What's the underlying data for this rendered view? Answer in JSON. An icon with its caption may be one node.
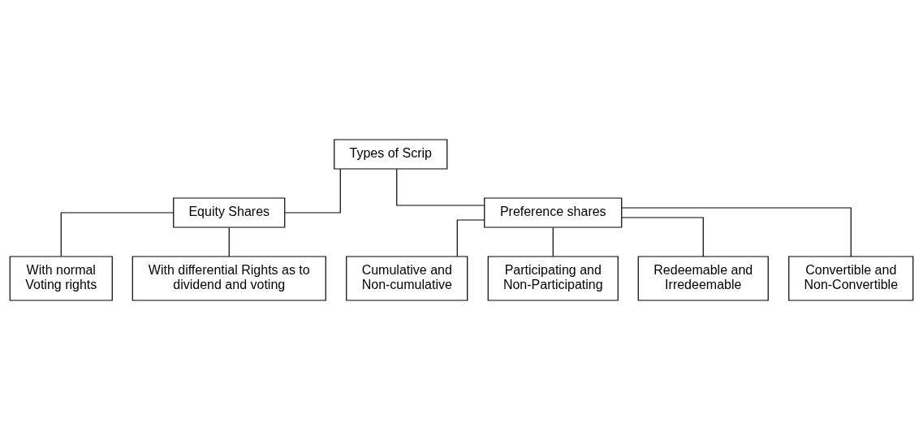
{
  "diagram": {
    "nodes": [
      {
        "text": [
          "Types of Scrip"
        ]
      },
      {
        "text": [
          "Equity Shares"
        ]
      },
      {
        "text": [
          "Preference shares"
        ]
      },
      {
        "text": [
          "With normal Voting rights"
        ]
      },
      {
        "text": [
          "With differential Rights as to dividend and voting"
        ]
      },
      {
        "text": [
          "Cumulative and Non-cumulative"
        ]
      },
      {
        "text": [
          "Participating and Non-Participating"
        ]
      },
      {
        "text": [
          "Redeemable and Irredeemable"
        ]
      },
      {
        "text": [
          "Convertible and Non-Convertible"
        ]
      }
    ],
    "edges": [
      {
        "from": 0,
        "to": 1,
        "arrow": "none"
      },
      {
        "from": 0,
        "to": 2,
        "arrow": "none"
      },
      {
        "from": 1,
        "to": 3,
        "arrow": "none"
      },
      {
        "from": 1,
        "to": 4,
        "arrow": "none"
      },
      {
        "from": 2,
        "to": 5,
        "arrow": "none"
      },
      {
        "from": 2,
        "to": 6,
        "arrow": "none"
      },
      {
        "from": 2,
        "to": 7,
        "arrow": "none"
      },
      {
        "from": 2,
        "to": 8,
        "arrow": "none"
      }
    ]
  }
}
